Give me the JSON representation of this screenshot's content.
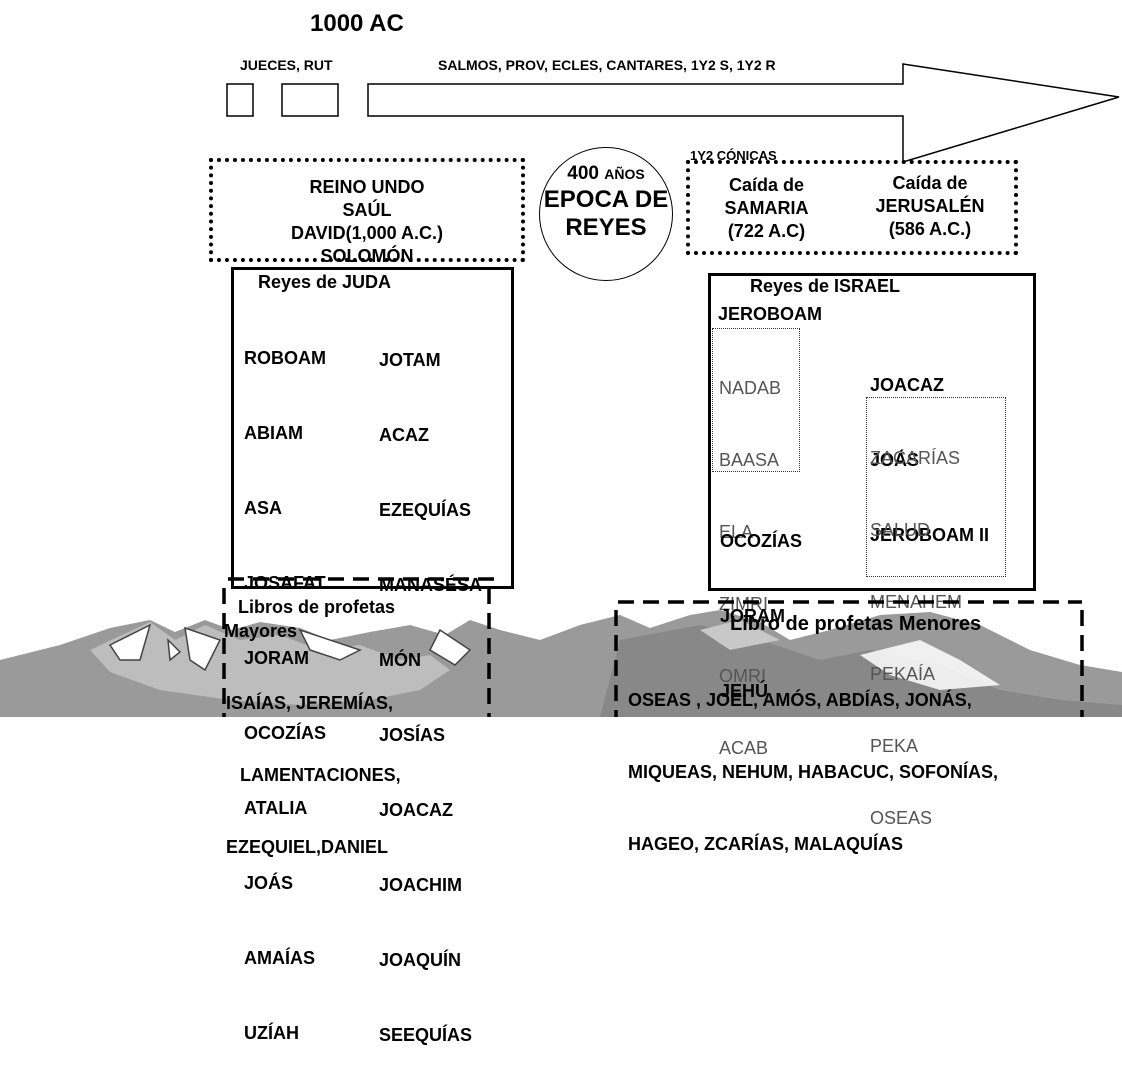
{
  "header": {
    "title": "1000 AC"
  },
  "timeline": {
    "label_left": "JUECES, RUT",
    "label_top": "SALMOS, PROV, ECLES, CANTARES, 1Y2 S, 1Y2 R",
    "label_bottom": "1Y2 CÓNICAS"
  },
  "reino_unido": {
    "lines": [
      "REINO UNDO",
      "SAÚL",
      "DAVID(1,000 A.C.)",
      "SOLOMÓN"
    ]
  },
  "epoca": {
    "years": "400",
    "years_unit": "AÑOS",
    "line1": "EPOCA DE",
    "line2": "REYES"
  },
  "caidas": {
    "samaria": [
      "Caída de",
      "SAMARIA",
      "(722 A.C)"
    ],
    "jerusalen": [
      "Caída de",
      "JERUSALÉN",
      "(586 A.C.)"
    ]
  },
  "juda": {
    "heading": "Reyes de JUDA",
    "col1": [
      "ROBOAM",
      "ABIAM",
      "ASA",
      "JOSAFAT",
      "JORAM",
      "OCOZÍAS",
      "ATALIA",
      "JOÁS",
      "AMAÍAS",
      "UZÍAH"
    ],
    "col2": [
      "JOTAM",
      "ACAZ",
      "EZEQUÍAS",
      "MANASÉSA",
      "MÓN",
      "JOSÍAS",
      "JOACAZ",
      "JOACHIM",
      "JOAQUÍN",
      "SEEQUÍAS"
    ]
  },
  "israel": {
    "heading": "Reyes de ISRAEL",
    "first": "JEROBOAM",
    "group1": [
      "NADAB",
      "BAASA",
      "ELA",
      "ZIMRI",
      "OMRI",
      "ACAB"
    ],
    "after1": [
      "OCOZÍAS",
      "JORAM",
      "JEHÚ"
    ],
    "col2_bold": [
      "JOACAZ",
      "JOÁS",
      "JEROBOAM II"
    ],
    "group2": [
      "ZACARÍAS",
      "SALUD",
      "MENAHEM",
      "PEKAÍA",
      "PEKA",
      "OSEAS"
    ]
  },
  "mayores": {
    "heading1": "Libros de profetas",
    "heading2": "Mayores",
    "lines": [
      "ISAÍAS, JEREMÍAS,",
      "LAMENTACIONES,",
      "EZEQUIEL,DANIEL"
    ]
  },
  "menores": {
    "heading": "Libro de profetas Menores",
    "lines": [
      "OSEAS , JOEL, AMÓS, ABDÍAS, JONÁS,",
      "MIQUEAS, NEHUM, HABACUC, SOFONÍAS,",
      "HAGEO, ZCARÍAS, MALAQUÍAS"
    ]
  }
}
